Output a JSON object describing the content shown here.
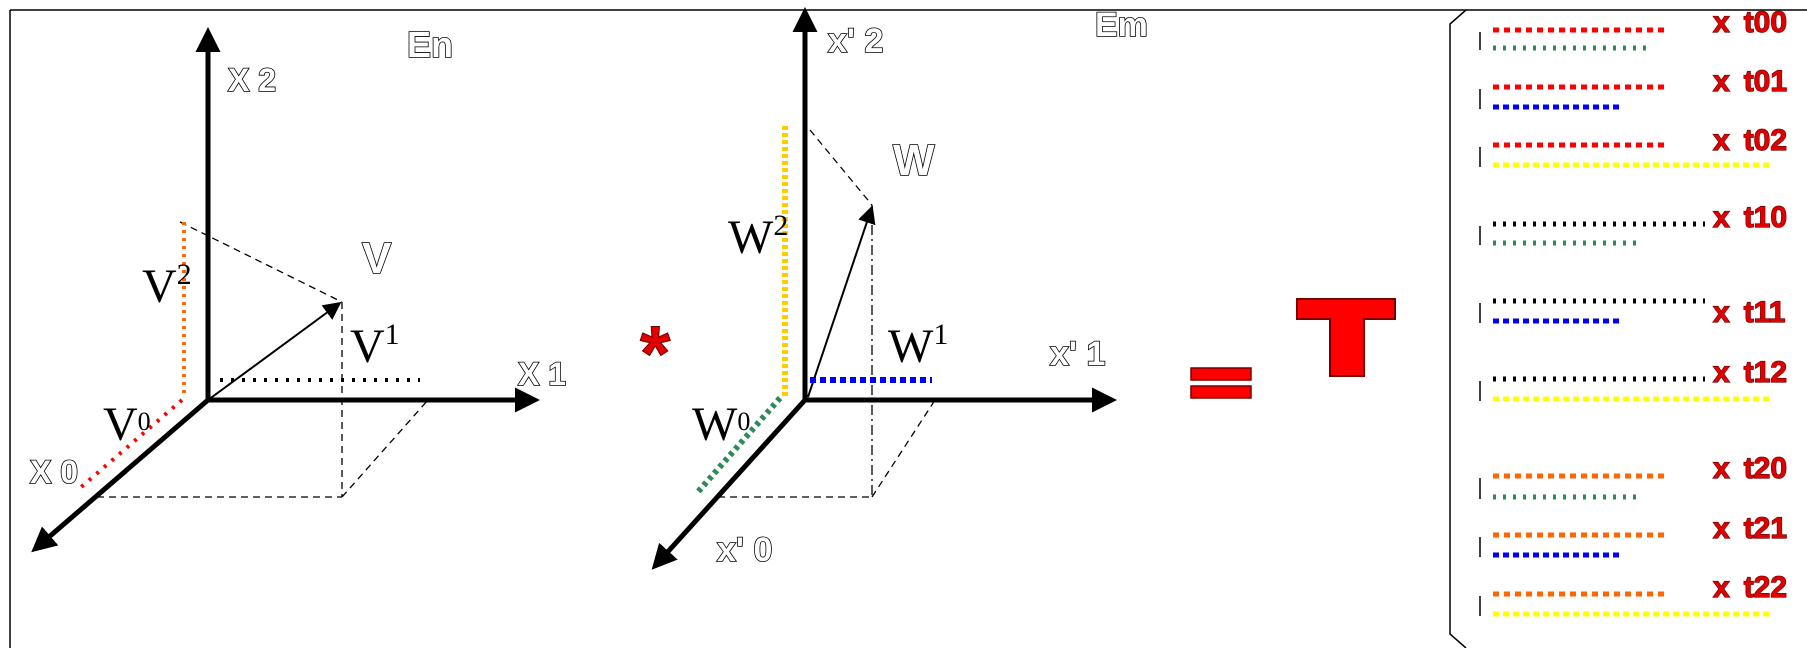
{
  "diagram": {
    "left_system": {
      "space_label": "En",
      "axis_labels": {
        "x0": "X 0",
        "x1": "X 1",
        "x2": "X 2"
      },
      "vector_label": "V",
      "components": {
        "c0": "V",
        "c0_sup": "0",
        "c1": "V",
        "c1_sup": "1",
        "c2": "V",
        "c2_sup": "2"
      }
    },
    "right_system": {
      "space_label": "Em",
      "axis_labels": {
        "x0": "x' 0",
        "x1": "x' 1",
        "x2": "x' 2"
      },
      "vector_label": "W",
      "components": {
        "c0": "W",
        "c0_sup": "0",
        "c1": "W",
        "c1_sup": "1",
        "c2": "W",
        "c2_sup": "2"
      }
    },
    "operator": "*",
    "equals": "=",
    "result_label": "T",
    "terms": [
      {
        "prefix": "x",
        "label": "t00"
      },
      {
        "prefix": "x",
        "label": "t01"
      },
      {
        "prefix": "x",
        "label": "t02"
      },
      {
        "prefix": "x",
        "label": "t10"
      },
      {
        "prefix": "x",
        "label": "t11"
      },
      {
        "prefix": "x",
        "label": "t12"
      },
      {
        "prefix": "x",
        "label": "t20"
      },
      {
        "prefix": "x",
        "label": "t21"
      },
      {
        "prefix": "x",
        "label": "t22"
      }
    ],
    "colors": {
      "v0": "#ff0000",
      "v1": "#000000",
      "v2": "#ff6600",
      "w0": "#2e8b57",
      "w1": "#0000ff",
      "w2": "#ffff00",
      "w2_axis": "#ffcc00",
      "accent": "#ff0000"
    }
  }
}
